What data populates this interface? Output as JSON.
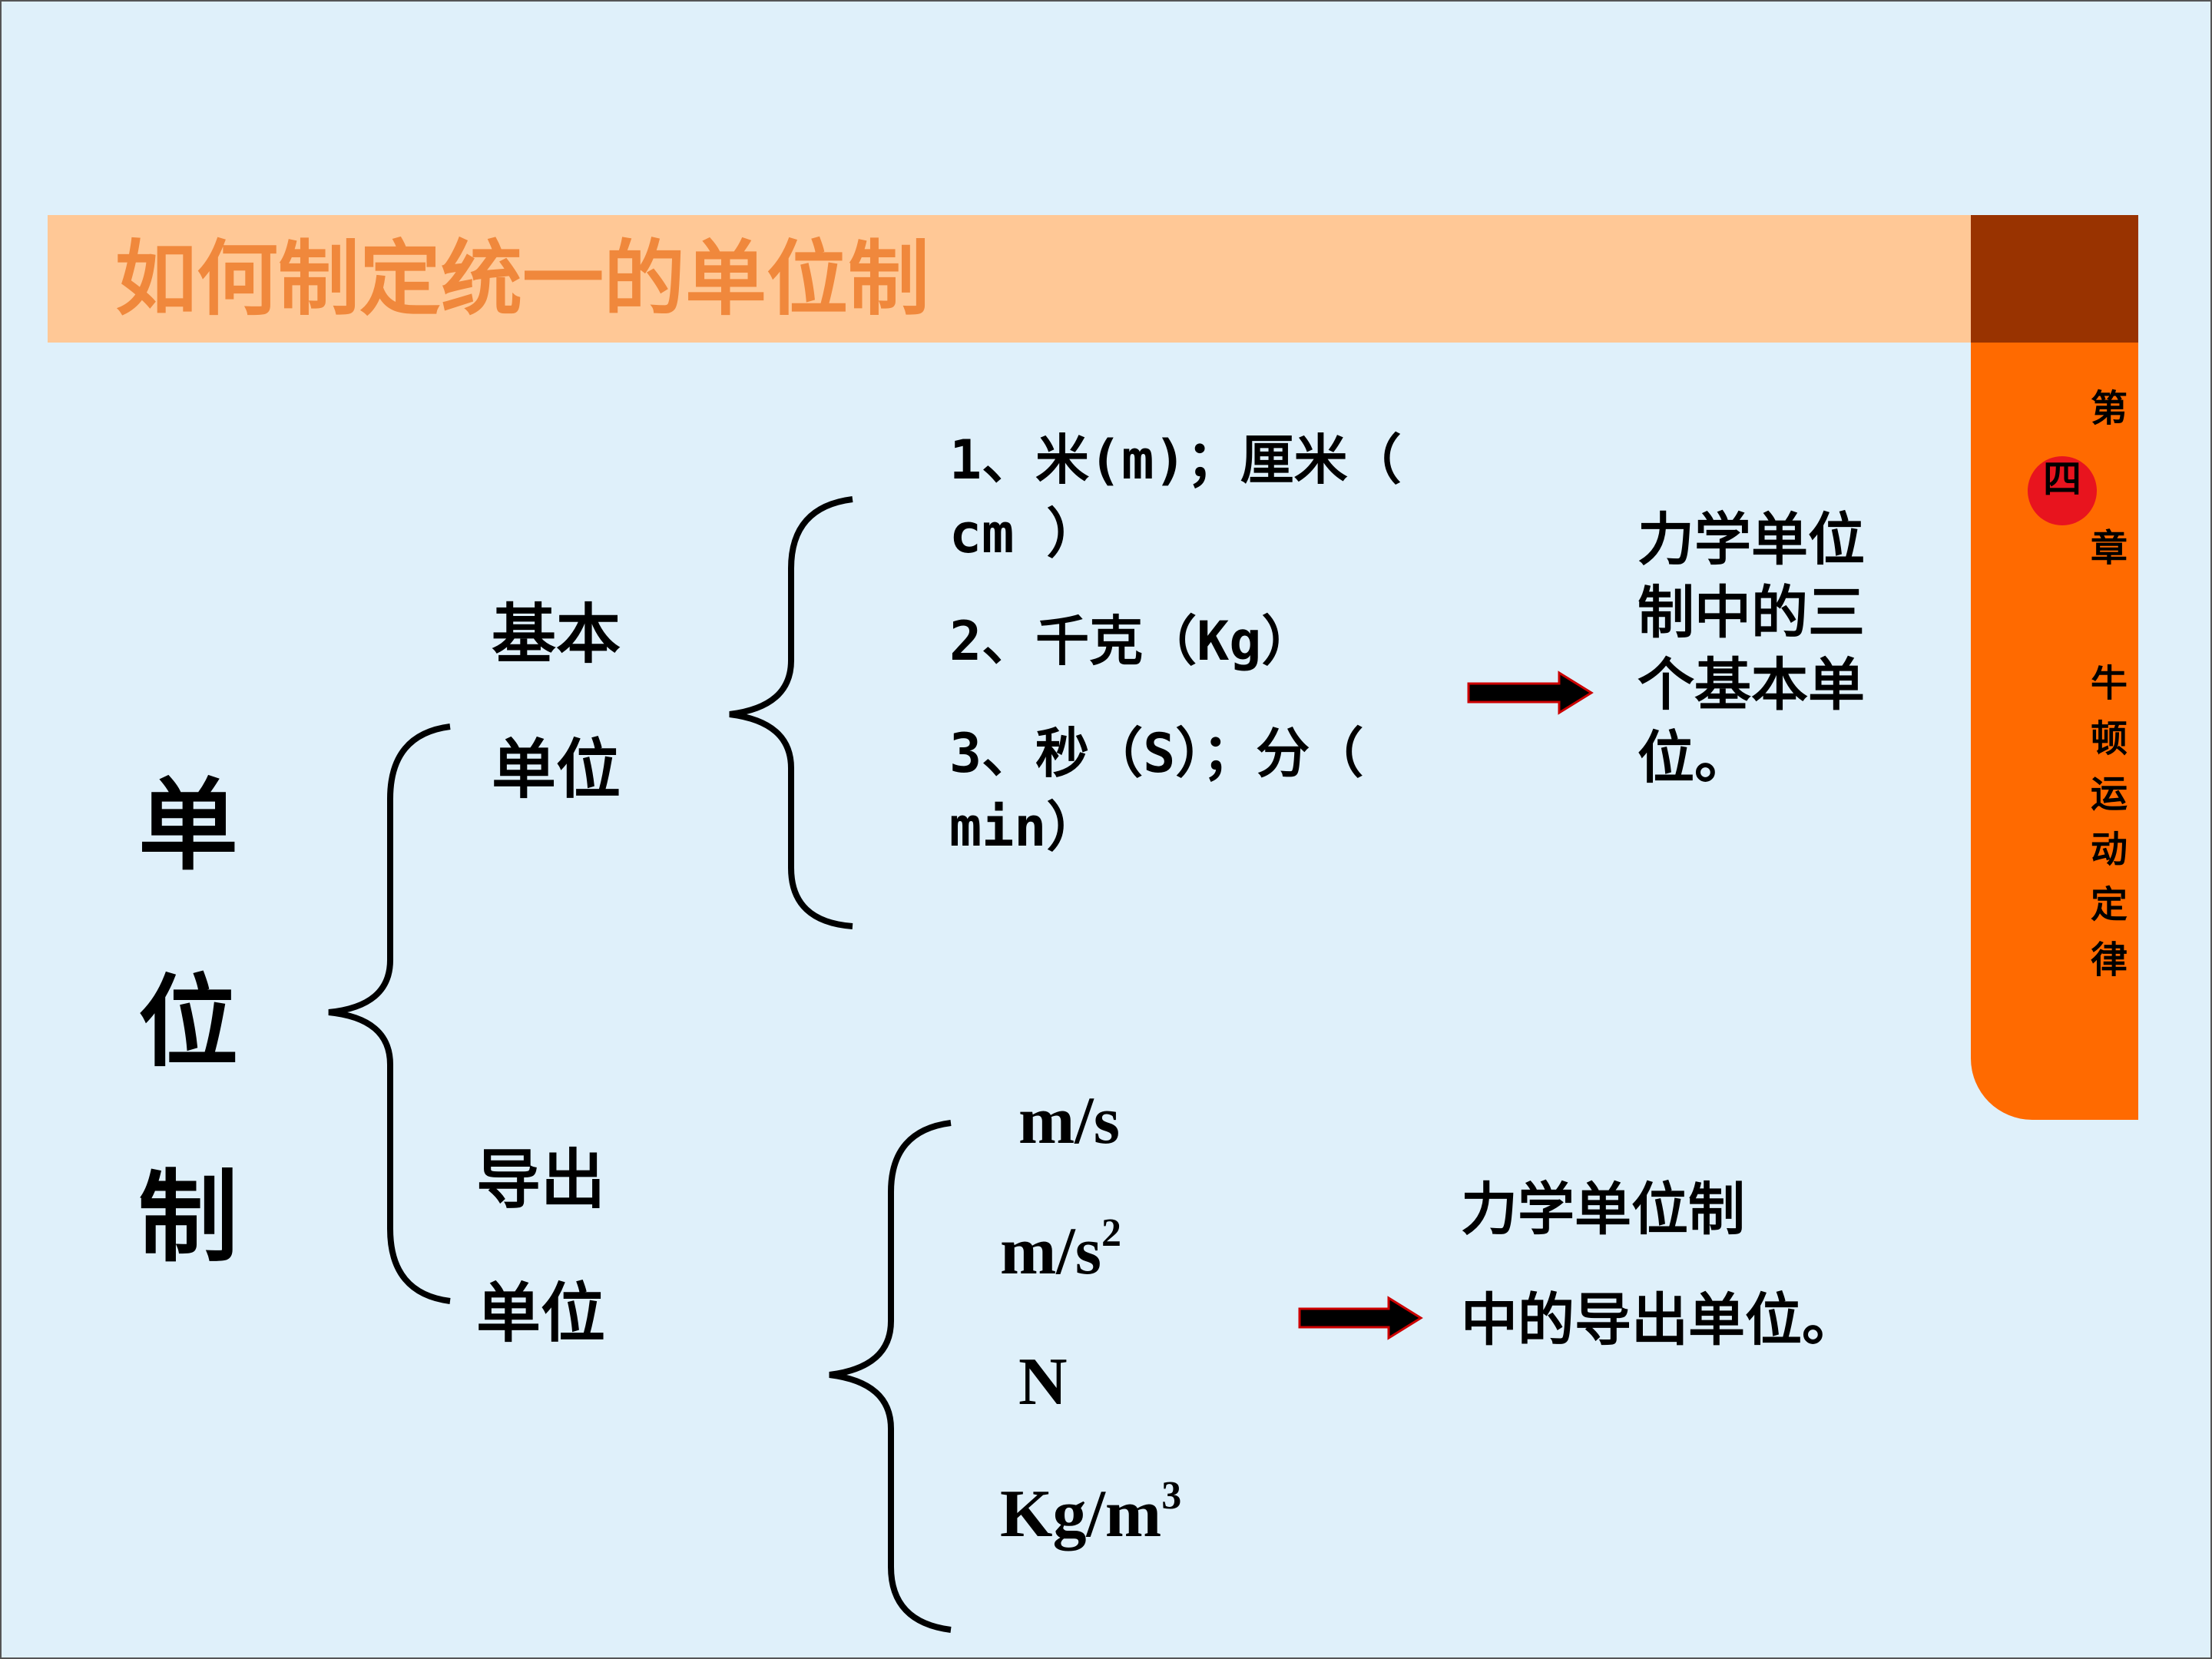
{
  "title": "如何制定统一的单位制",
  "sidebar": {
    "chars": [
      "第",
      "章",
      "牛",
      "顿",
      "运",
      "动",
      "定",
      "律"
    ],
    "circle_char": "四"
  },
  "root_label": [
    "单",
    "位",
    "制"
  ],
  "basic": {
    "label_line1": "基本",
    "label_line2": "单位",
    "items": [
      {
        "line1": "1、米(m)；厘米（",
        "line2": "cm ）"
      },
      {
        "line1": "2、千克（Kg）",
        "line2": ""
      },
      {
        "line1": "3、秒（S）；分（",
        "line2": "min）"
      }
    ],
    "note_lines": [
      "力学单位",
      "制中的三",
      "个基本单",
      "位。"
    ]
  },
  "derived": {
    "label_line1": "导出",
    "label_line2": "单位",
    "units": [
      {
        "base": "m/s",
        "sup": ""
      },
      {
        "base": "m/s",
        "sup": "2"
      },
      {
        "base": "N",
        "sup": ""
      },
      {
        "base": "Kg/m",
        "sup": "3"
      }
    ],
    "note_line1": "力学单位制",
    "note_line2": "中的导出单位。"
  },
  "colors": {
    "background": "#dff0fa",
    "title_bar": "#ffc896",
    "title_text": "#f0883c",
    "sidebar_top": "#993300",
    "sidebar_main": "#ff6a00",
    "circle": "#e8141e",
    "arrow_outline": "#cc0000"
  }
}
